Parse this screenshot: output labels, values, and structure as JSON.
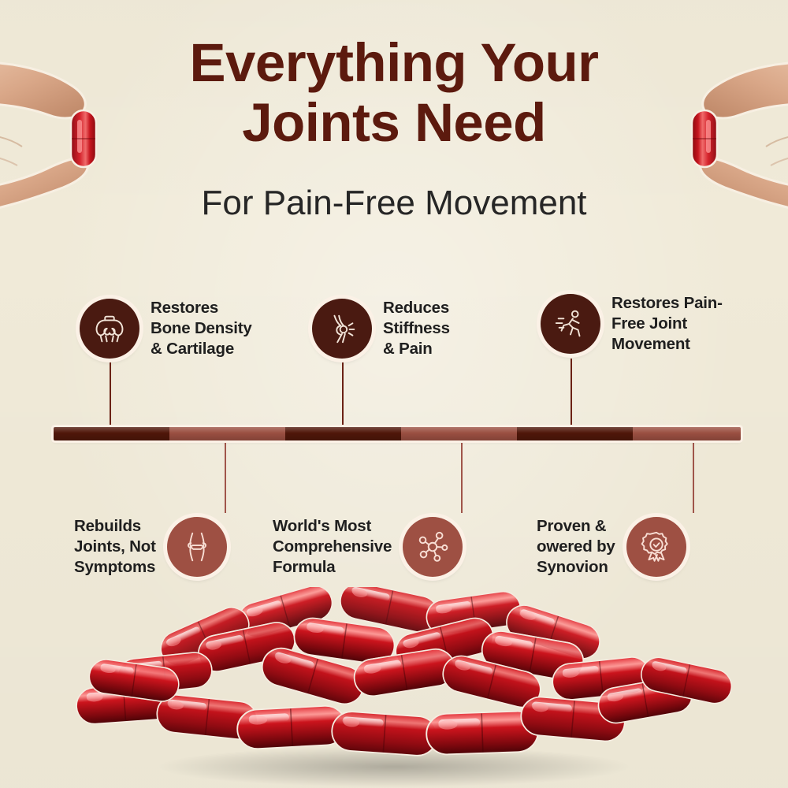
{
  "poster": {
    "background_color": "#f0ead8",
    "headline_line1": "Everything Your",
    "headline_line2": "Joints Need",
    "headline_color": "#5c1a0e",
    "subheadline": "For Pain-Free Movement",
    "subheadline_color": "#262626"
  },
  "hands": {
    "left": {
      "icon": "hand-holding-capsule-icon",
      "capsule_color": "#c21a22"
    },
    "right": {
      "icon": "hand-holding-capsule-icon",
      "capsule_color": "#c21a22"
    }
  },
  "timeline": {
    "dark_color": "#4f1609",
    "light_color": "#9a4f41",
    "segments": [
      "dark",
      "light",
      "dark",
      "light",
      "dark",
      "light"
    ]
  },
  "features_top": [
    {
      "icon": "pelvis-bone-icon",
      "label": "Restores\nBone Density\n& Cartilage",
      "badge_color": "#4a1a11"
    },
    {
      "icon": "knee-joint-pain-icon",
      "label": "Reduces\nStiffness\n& Pain",
      "badge_color": "#4a1a11"
    },
    {
      "icon": "running-person-icon",
      "label": "Restores Pain-\nFree Joint\nMovement",
      "badge_color": "#4a1a11"
    }
  ],
  "features_bottom": [
    {
      "icon": "joint-bone-icon",
      "label": "Rebuilds\nJoints, Not\nSymptoms",
      "badge_color": "#9e5043"
    },
    {
      "icon": "molecule-icon",
      "label": "World's Most\nComprehensive\nFormula",
      "badge_color": "#9e5043"
    },
    {
      "icon": "award-badge-icon",
      "label": "Proven &\nowered by\nSynovion",
      "badge_color": "#9e5043"
    }
  ],
  "product": {
    "image": "red-capsule-pile-image",
    "capsule_color": "#b4121c",
    "capsule_count_visible": 34
  }
}
